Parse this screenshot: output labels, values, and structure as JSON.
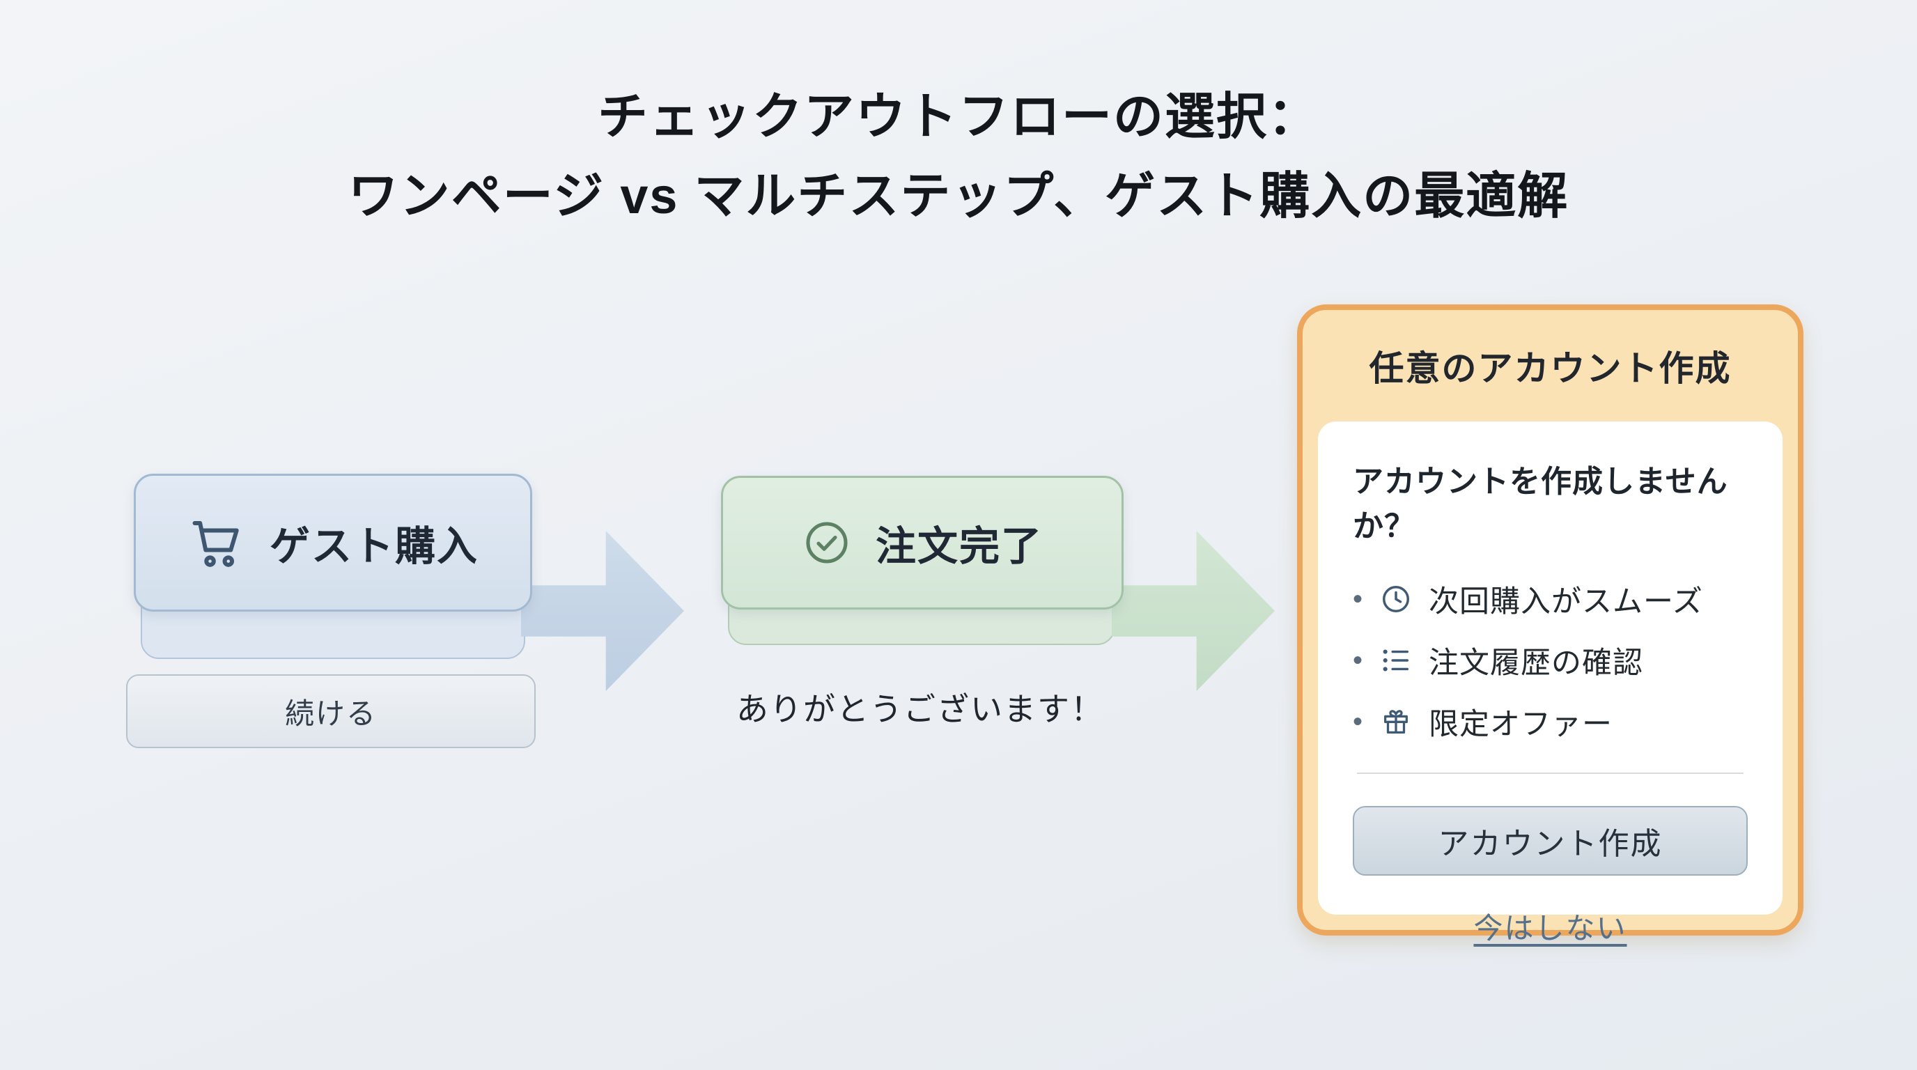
{
  "title": {
    "line1": "チェックアウトフローの選択：",
    "line2": "ワンページ vs マルチステップ、ゲスト購入の最適解"
  },
  "flow": {
    "guest": {
      "label": "ゲスト購入",
      "icon": "cart-icon",
      "button": "続ける"
    },
    "complete": {
      "label": "注文完了",
      "icon": "check-circle-icon",
      "message": "ありがとうございます！"
    },
    "account_panel": {
      "header": "任意のアカウント作成",
      "question": "アカウントを作成しませんか？",
      "benefits": [
        {
          "icon": "clock-icon",
          "text": "次回購入がスムーズ"
        },
        {
          "icon": "list-icon",
          "text": "注文履歴の確認"
        },
        {
          "icon": "gift-icon",
          "text": "限定オファー"
        }
      ],
      "create_button": "アカウント作成",
      "skip_link": "今はしない"
    }
  },
  "colors": {
    "background": "#edf0f4",
    "guest_card": "#d8e3ef",
    "guest_border": "#a3b9d1",
    "arrow_blue": "#c5d4e6",
    "complete_card": "#d9e8db",
    "complete_border": "#a2c2a6",
    "arrow_green": "#cbe1cd",
    "panel_fill": "#fbe2b5",
    "panel_border": "#eda75c",
    "button_fill": "#d6dee5",
    "link_text": "#54708a"
  }
}
